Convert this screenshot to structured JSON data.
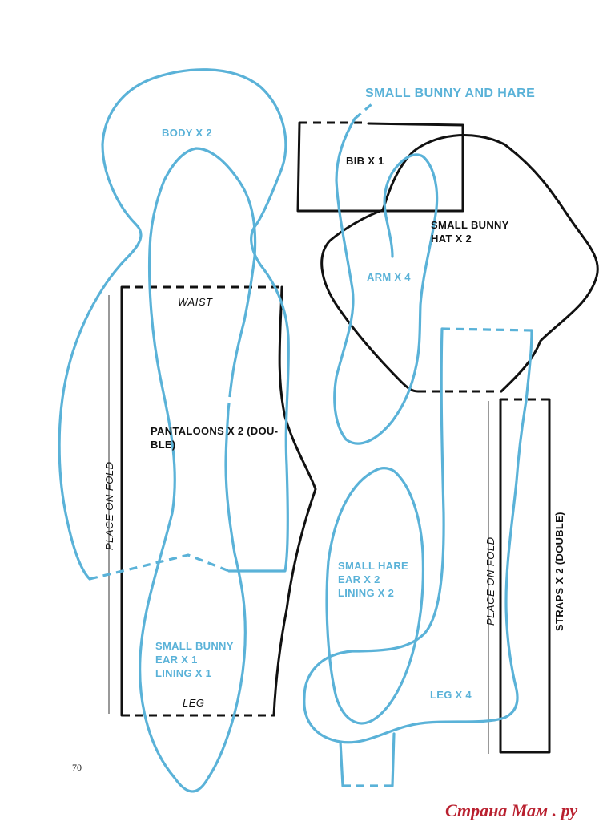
{
  "title": "SMALL BUNNY AND HARE",
  "pieces": {
    "body": "BODY X 2",
    "bib": "BIB X 1",
    "hat": "SMALL BUNNY\nHAT X 2",
    "arm": "ARM X 4",
    "waist": "WAIST",
    "pantaloons": "PANTALOONS X 2 (DOU-\nBLE)",
    "fold_left": "PLACE ON FOLD",
    "fold_right": "PLACE ON FOLD",
    "straps": "STRAPS X 2 (DOUBLE)",
    "hare_ear": "SMALL HARE\nEAR X 2\nLINING X 2",
    "bunny_ear": "SMALL BUNNY\nEAR X 1\nLINING X 1",
    "leg_mark": "LEG",
    "leg": "LEG X 4"
  },
  "page_number": "70",
  "watermark": "Страна Мам . ру",
  "colors": {
    "pattern_blue": "#5ab2d8",
    "pattern_black": "#111111",
    "watermark_red": "#b9202f"
  }
}
